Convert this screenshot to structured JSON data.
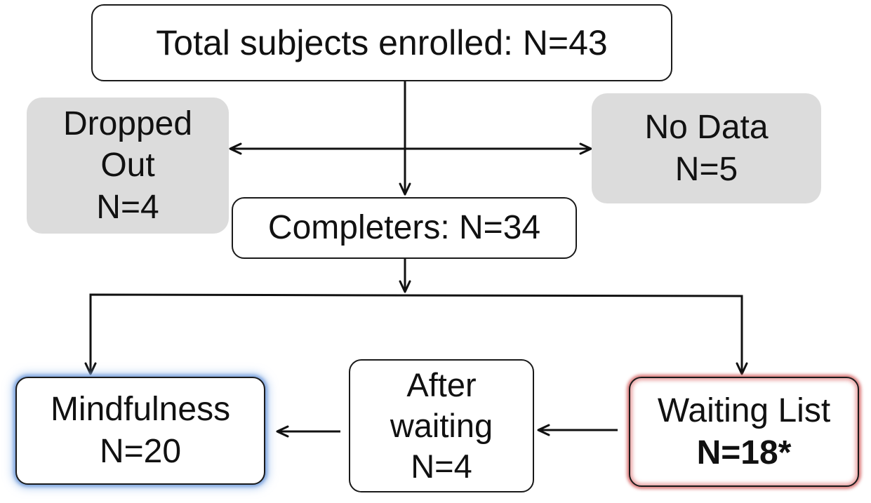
{
  "diagram": {
    "total": {
      "label": "Total subjects enrolled: N=43"
    },
    "dropped": {
      "lines": [
        "Dropped",
        "Out",
        "N=4"
      ]
    },
    "no_data": {
      "lines": [
        "No Data",
        "N=5"
      ]
    },
    "completers": {
      "label": "Completers: N=34"
    },
    "mindfulness": {
      "lines": [
        "Mindfulness",
        "N=20"
      ],
      "glow_color": "#8fb2e6"
    },
    "after_waiting": {
      "lines": [
        "After",
        "waiting",
        "N=4"
      ]
    },
    "waiting_list": {
      "label": "Waiting List",
      "count": "N=18*",
      "glow_color": "#dc7a7a"
    },
    "colors": {
      "line": "#111111",
      "grey_box": "#dcdcdc"
    }
  }
}
